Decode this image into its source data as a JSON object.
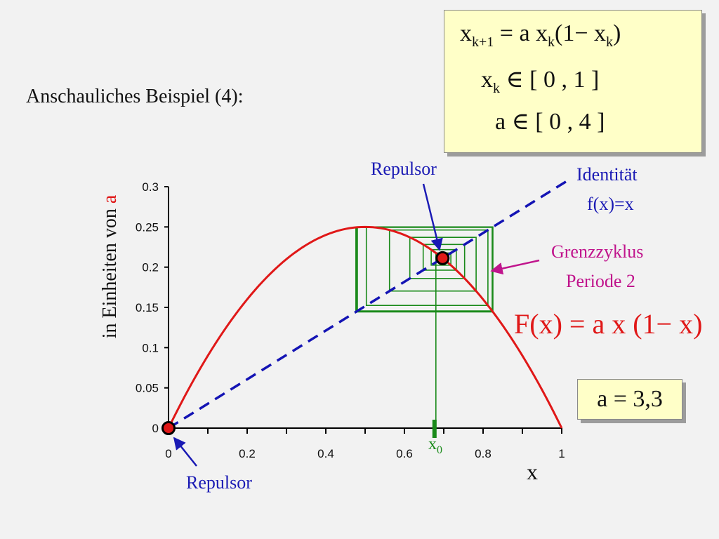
{
  "heading": "Anschauliches Beispiel (4):",
  "formula_box": {
    "line1": "x k+1 = a x k (1− x k )",
    "line1_parts": {
      "x": "x",
      "sub1": "k+1",
      "mid": " = a x",
      "sub2": "k",
      "tail1": "(1− x",
      "sub3": "k",
      "tail2": ")"
    },
    "line2_parts": {
      "x": "x",
      "sub": "k",
      "tail": " ∈ [ 0 , 1 ]"
    },
    "line3": "a ∈ [ 0 , 4 ]"
  },
  "annotations": {
    "repulsor_top": "Repulsor",
    "repulsor_bottom": "Repulsor",
    "identity_line1": "Identität",
    "identity_line2": "f(x)=x",
    "cycle_line1": "Grenzzyklus",
    "cycle_line2": "Periode 2",
    "map_formula": "F(x) = a x (1− x)",
    "param": "a = 3,3",
    "x0_main": "x",
    "x0_sub": "0"
  },
  "colors": {
    "curve": "#e01818",
    "identity": "#1414b4",
    "cobweb": "#1a8a1a",
    "arrow_blue": "#1a1ab4",
    "arrow_magenta": "#c0148c",
    "box_fill": "#ffffc8"
  },
  "chart_data": {
    "type": "line",
    "title": "",
    "xlabel": "x",
    "ylabel_prefix": "in Einheiten von ",
    "ylabel_highlight": "a",
    "xlim": [
      0,
      1
    ],
    "ylim": [
      0,
      0.3
    ],
    "x_ticks": [
      "0",
      "0.2",
      "0.4",
      "0.6",
      "0.8",
      "1"
    ],
    "y_ticks": [
      "0",
      "0.05",
      "0.1",
      "0.15",
      "0.2",
      "0.25",
      "0.3"
    ],
    "grid": false,
    "series": [
      {
        "kind": "parabola",
        "description_formula": "F(x)/a = x(1-x)",
        "color": "#e01818"
      },
      {
        "kind": "identity",
        "description_formula": "f(x)=x/a",
        "a": 3.3,
        "x_range": [
          0,
          1
        ],
        "dashed": true
      }
    ],
    "cobweb": {
      "a": 3.3,
      "x0": 0.68,
      "iterations": 60
    },
    "fixed_points": [
      {
        "x": 0,
        "y": 0
      },
      {
        "x": 0.697,
        "y": 0.2112
      }
    ]
  }
}
